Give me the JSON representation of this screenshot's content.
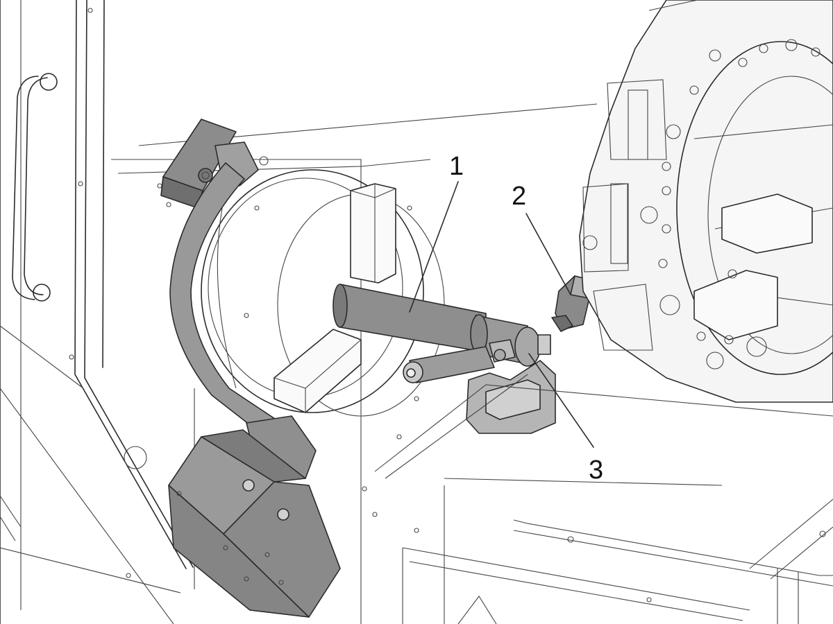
{
  "callouts": [
    {
      "id": "1",
      "label": "1"
    },
    {
      "id": "2",
      "label": "2"
    },
    {
      "id": "3",
      "label": "3"
    }
  ],
  "colors": {
    "line": "#2a2a2a",
    "background": "#ffffff",
    "part_dark": "#8c8c8c",
    "part_mid": "#a6a6a6",
    "part_light": "#c2c2c2",
    "machine_face": "#f3f3f3"
  }
}
